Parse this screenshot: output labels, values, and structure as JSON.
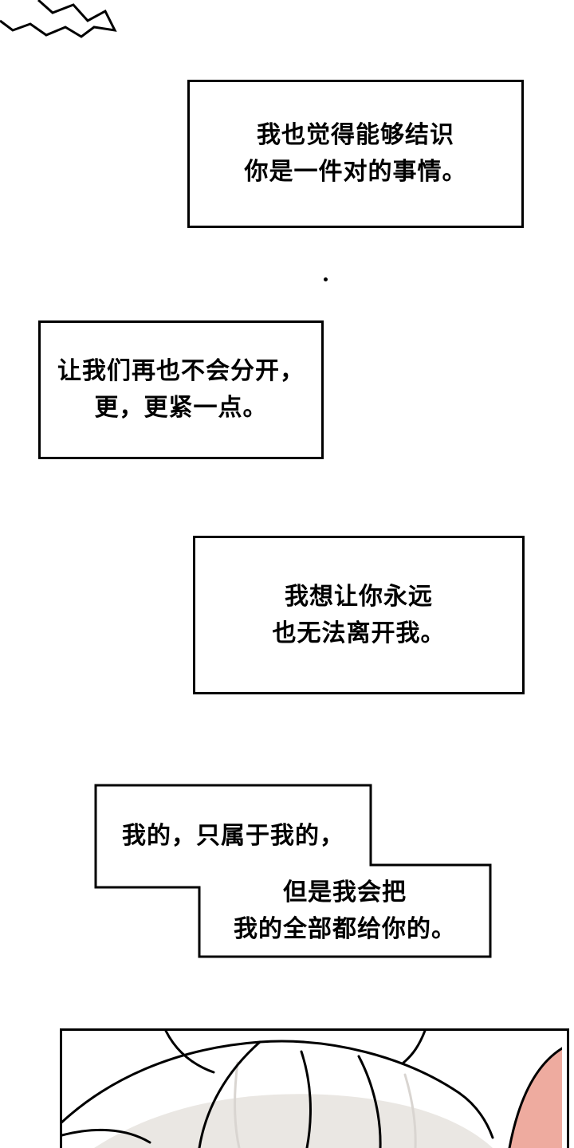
{
  "page": {
    "type": "comic-page",
    "background": "#ffffff"
  },
  "bubbles": {
    "b1": {
      "lines": [
        "我也觉得能够结识",
        "你是一件对的事情。"
      ]
    },
    "b2": {
      "lines": [
        "让我们再也不会分开，",
        "更，更紧一点。"
      ]
    },
    "b3": {
      "lines": [
        "我想让你永远",
        "也无法离开我。"
      ]
    },
    "b4": {
      "lines": [
        "我的，只属于我的，"
      ]
    },
    "b5": {
      "lines": [
        "但是我会把",
        "我的全部都给你的。"
      ]
    }
  },
  "colors": {
    "ink": "#000000",
    "paper": "#ffffff",
    "skin": "#eeab9f",
    "shade": "#eae7e3",
    "hair_highlight": "#d9d5d1"
  }
}
